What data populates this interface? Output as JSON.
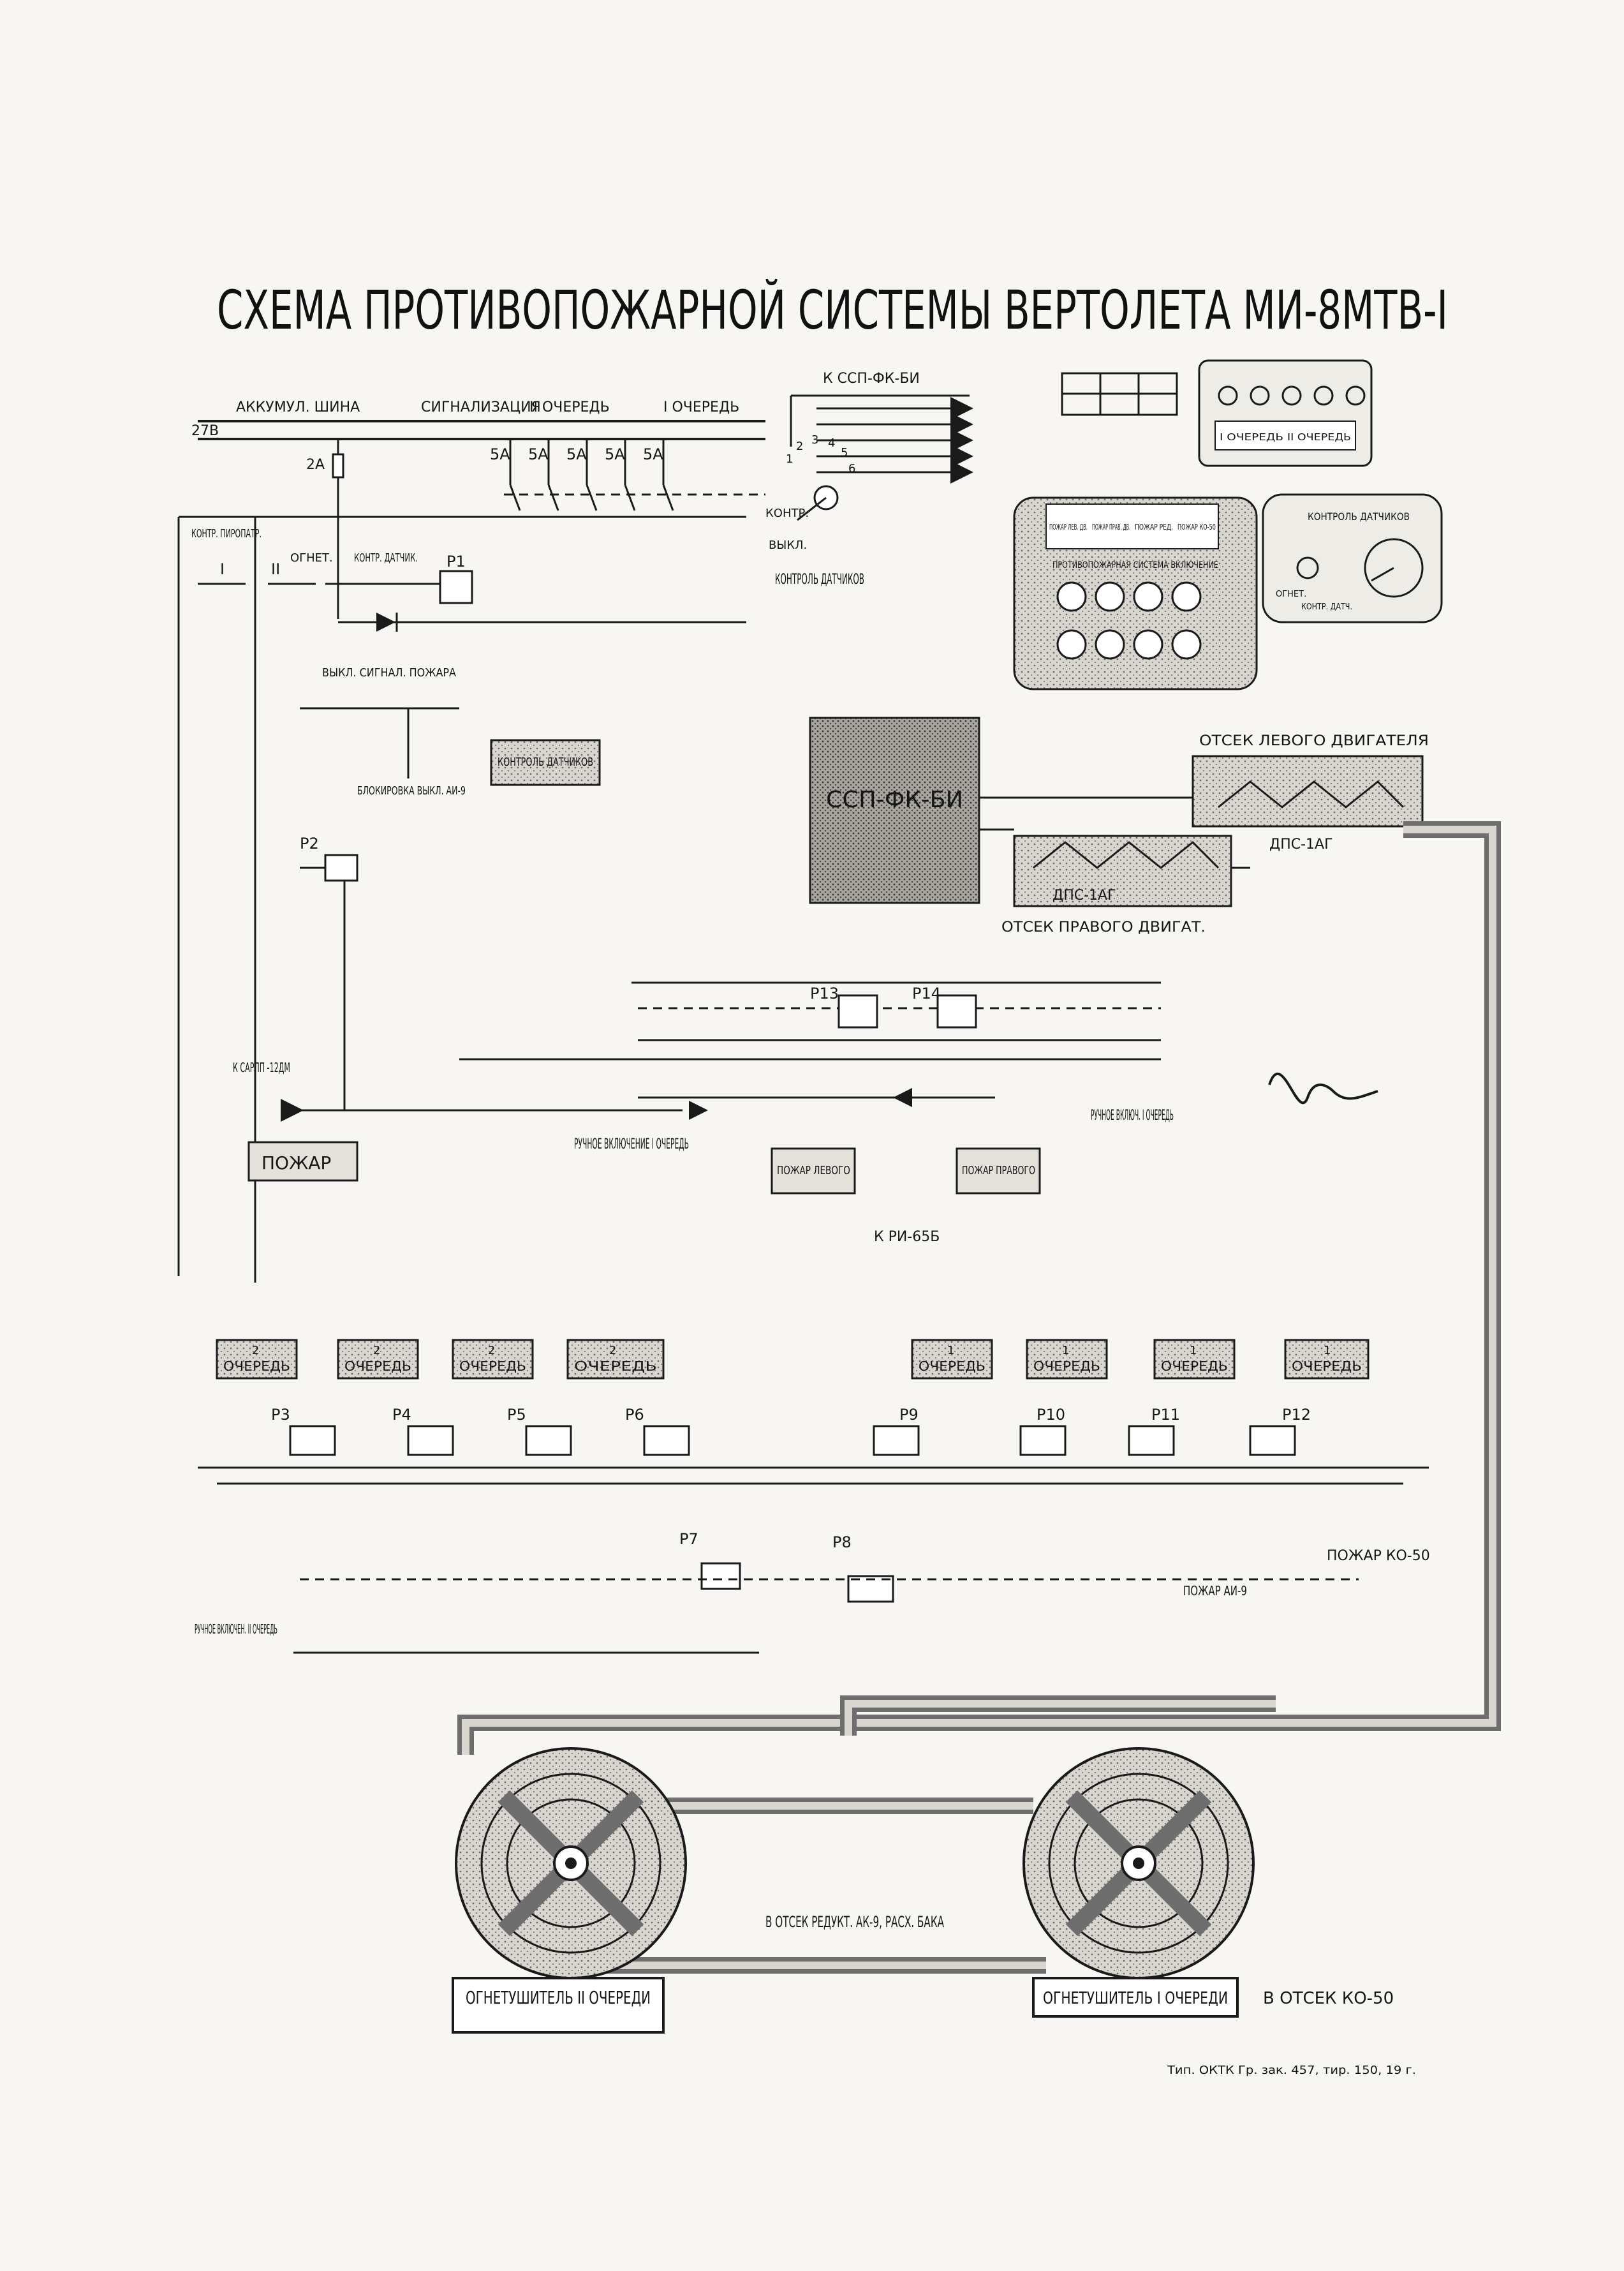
{
  "title": "СХЕМА ПРОТИВОПОЖАРНОЙ СИСТЕМЫ ВЕРТОЛЕТА МИ-8МТВ-I",
  "bus": {
    "accum": "АККУМУЛ. ШИНА",
    "voltage": "27В",
    "signal": "СИГНАЛИЗАЦИЯ",
    "q2": "II ОЧЕРЕДЬ",
    "q1": "I ОЧЕРЕДЬ",
    "fuse_2a": "2А",
    "fuses": [
      "5А",
      "5А",
      "5А",
      "5А",
      "5А"
    ]
  },
  "ssp_top": "К ССП-ФК-БИ",
  "selector": {
    "kontr": "КОНТР.",
    "vykl": "ВЫКЛ.",
    "pos": [
      "1",
      "2",
      "3",
      "4",
      "5",
      "6"
    ]
  },
  "left_labels": {
    "kontr_piropatr": "КОНТР. ПИРОПАТР.",
    "roman_1": "I",
    "roman_2": "II",
    "ogneti": "ОГНЕТ.",
    "kontr_datchik": "КОНТР. ДАТЧИК.",
    "p1": "Р1",
    "vykl_signal": "ВЫКЛ. СИГНАЛ. ПОЖАРА",
    "blokirovka": "БЛОКИРОВКА ВЫКЛ. АИ-9",
    "p2": "Р2",
    "k_sarpp": "К САРПП -12ДМ"
  },
  "kontrol_datchikov": "КОНТРОЛЬ ДАТЧИКОВ",
  "kontrol_datchikov_box": "КОНТРОЛЬ ДАТЧИКОВ",
  "ssp_block": "ССП-ФК-БИ",
  "engines": {
    "left": "ОТСЕК ЛЕВОГО ДВИГАТЕЛЯ",
    "dps_left": "ДПС-1АГ",
    "dps_right": "ДПС-1АГ",
    "right": "ОТСЕК ПРАВОГО ДВИГАТ."
  },
  "mid": {
    "p13": "Р13",
    "p14": "Р14",
    "pozhar": "ПОЖАР",
    "ruchnoe_left": "РУЧНОЕ ВКЛЮЧЕНИЕ I ОЧЕРЕДЬ",
    "ruchnoe_right": "РУЧНОЕ ВКЛЮЧ. I ОЧЕРЕДЬ",
    "pozhar_levogo": "ПОЖАР ЛЕВОГО",
    "pozhar_pravogo": "ПОЖАР ПРАВОГО",
    "k_ri": "К РИ-65Б"
  },
  "queues": {
    "left": [
      {
        "num": "2",
        "label": "ОЧЕРЕДЬ",
        "relay": "Р3"
      },
      {
        "num": "2",
        "label": "ОЧЕРЕДЬ",
        "relay": "Р4"
      },
      {
        "num": "2",
        "label": "ОЧЕРЕДЬ",
        "relay": "Р5"
      },
      {
        "num": "2",
        "label": "ОЧЕРЕДЬ",
        "relay": "Р6"
      }
    ],
    "right": [
      {
        "num": "1",
        "label": "ОЧЕРЕДЬ",
        "relay": "Р9"
      },
      {
        "num": "1",
        "label": "ОЧЕРЕДЬ",
        "relay": "Р10"
      },
      {
        "num": "1",
        "label": "ОЧЕРЕДЬ",
        "relay": "Р11"
      },
      {
        "num": "1",
        "label": "ОЧЕРЕДЬ",
        "relay": "Р12"
      }
    ]
  },
  "lower": {
    "p7": "Р7",
    "p8": "Р8",
    "pozhar_ko50": "ПОЖАР КО-50",
    "pozhar_ai9": "ПОЖАР АИ-9",
    "ruchnoe": "РУЧНОЕ ВКЛЮЧЕН. II ОЧЕРЕДЬ",
    "v_otsek_reduct": "В ОТСЕК РЕДУКТ. АК-9, РАСХ. БАКА",
    "ext2": "ОГНЕТУШИТЕЛЬ II ОЧЕРЕДИ",
    "ext1": "ОГНЕТУШИТЕЛЬ I ОЧЕРЕДИ",
    "v_otsek_ko50": "В ОТСЕК КО-50",
    "footer": "Тип. ОКТК Гр. зак. 457, тир. 150, 19 г."
  },
  "panels": {
    "panel_b_labels": [
      "I ОЧЕРЕДЬ",
      "II ОЧЕРЕДЬ"
    ],
    "panel_c_title": "ПРОТИВОПОЖАРНАЯ СИСТЕМА ВКЛЮЧЕНИЕ",
    "panel_c_tabs": [
      "ПОЖАР ЛЕВ. ДВ.",
      "ПОЖАР ПРАВ. ДВ.",
      "ПОЖАР РЕД.",
      "ПОЖАР КО-50"
    ],
    "panel_d_title": "КОНТРОЛЬ ДАТЧИКОВ",
    "panel_d_sub": [
      "ОГНЕТ.",
      "КОНТР. ДАТЧ."
    ]
  }
}
